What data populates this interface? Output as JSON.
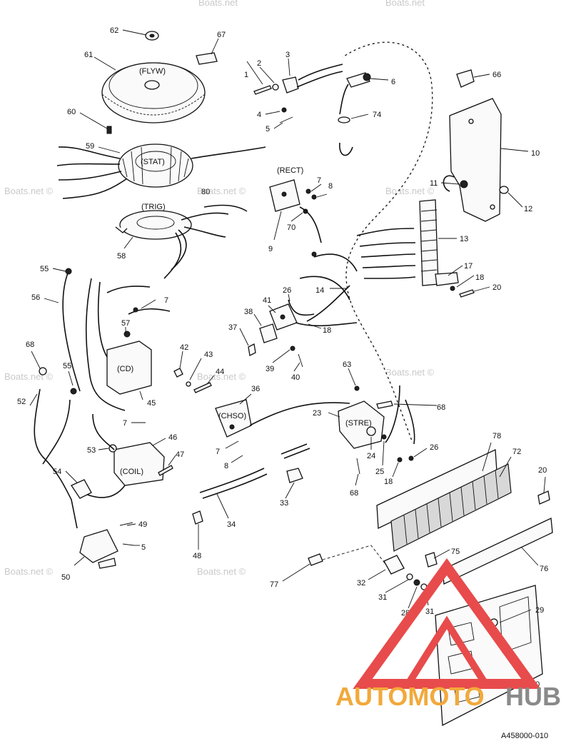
{
  "captions": {
    "flyw": "(FLYW)",
    "stat": "(STAT)",
    "trig": "(TRIG)",
    "rect": "(RECT)",
    "cd": "(CD)",
    "coil": "(COIL)",
    "chso": "(CHSO)",
    "stre": "(STRE)"
  },
  "callouts": {
    "n1": "1",
    "n2": "2",
    "n3": "3",
    "n4": "4",
    "n5a": "5",
    "n5b": "5",
    "n6": "6",
    "n7a": "7",
    "n7b": "7",
    "n7c": "7",
    "n7d": "7",
    "n8a": "8",
    "n8b": "8",
    "n9": "9",
    "n10": "10",
    "n11": "11",
    "n12": "12",
    "n13": "13",
    "n14": "14",
    "n17": "17",
    "n18a": "18",
    "n18b": "18",
    "n18c": "18",
    "n20a": "20",
    "n20b": "20",
    "n23": "23",
    "n24": "24",
    "n25": "25",
    "n26a": "26",
    "n26b": "26",
    "n28": "28",
    "n29": "29",
    "n30": "30",
    "n31a": "31",
    "n31b": "31",
    "n32": "32",
    "n33": "33",
    "n34": "34",
    "n36": "36",
    "n37": "37",
    "n38": "38",
    "n39": "39",
    "n40": "40",
    "n41": "41",
    "n42": "42",
    "n43": "43",
    "n44": "44",
    "n45": "45",
    "n46": "46",
    "n47": "47",
    "n48": "48",
    "n49": "49",
    "n50": "50",
    "n52": "52",
    "n53": "53",
    "n54": "54",
    "n55a": "55",
    "n55b": "55",
    "n56": "56",
    "n57": "57",
    "n58": "58",
    "n59": "59",
    "n60": "60",
    "n61": "61",
    "n62": "62",
    "n63": "63",
    "n66": "66",
    "n67": "67",
    "n68a": "68",
    "n68b": "68",
    "n68c": "68",
    "n70": "70",
    "n72": "72",
    "n74": "74",
    "n75": "75",
    "n76": "76",
    "n77": "77",
    "n78": "78",
    "n80": "80"
  },
  "watermark": {
    "text": "Boats.net ©",
    "top": "Boats.net"
  },
  "logo": {
    "part1": "AUTOMOTO",
    "part2": "HUB",
    "accent_color": "#f2a93b",
    "triangle_color": "#e84b4b",
    "gray_color": "#8a8a8a"
  },
  "figure_code": "A458000-010"
}
